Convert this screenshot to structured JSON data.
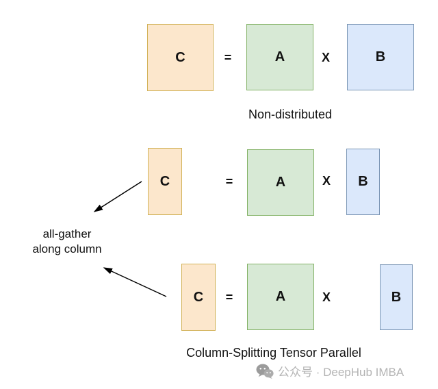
{
  "colors": {
    "matrix_c_fill": "#fce7cc",
    "matrix_c_stroke": "#d2b258",
    "matrix_a_fill": "#d7e9d5",
    "matrix_a_stroke": "#83b266",
    "matrix_b_fill": "#dbe8fb",
    "matrix_b_stroke": "#7b96b5",
    "arrow": "#000000",
    "watermark": "#b4b4b4"
  },
  "non_distributed": {
    "c": "C",
    "equals": "=",
    "a": "A",
    "times": "X",
    "b": "B",
    "caption": "Non-distributed"
  },
  "split_row_top": {
    "c": "C",
    "equals": "=",
    "a": "A",
    "times": "X",
    "b": "B"
  },
  "split_row_bottom": {
    "c": "C",
    "equals": "=",
    "a": "A",
    "times": "X",
    "b": "B",
    "caption": "Column-Splitting Tensor Parallel"
  },
  "annotation": {
    "line1": "all-gather",
    "line2": "along column"
  },
  "watermark": {
    "icon": "wechat-icon",
    "text": "公众号 · DeepHub IMBA"
  }
}
